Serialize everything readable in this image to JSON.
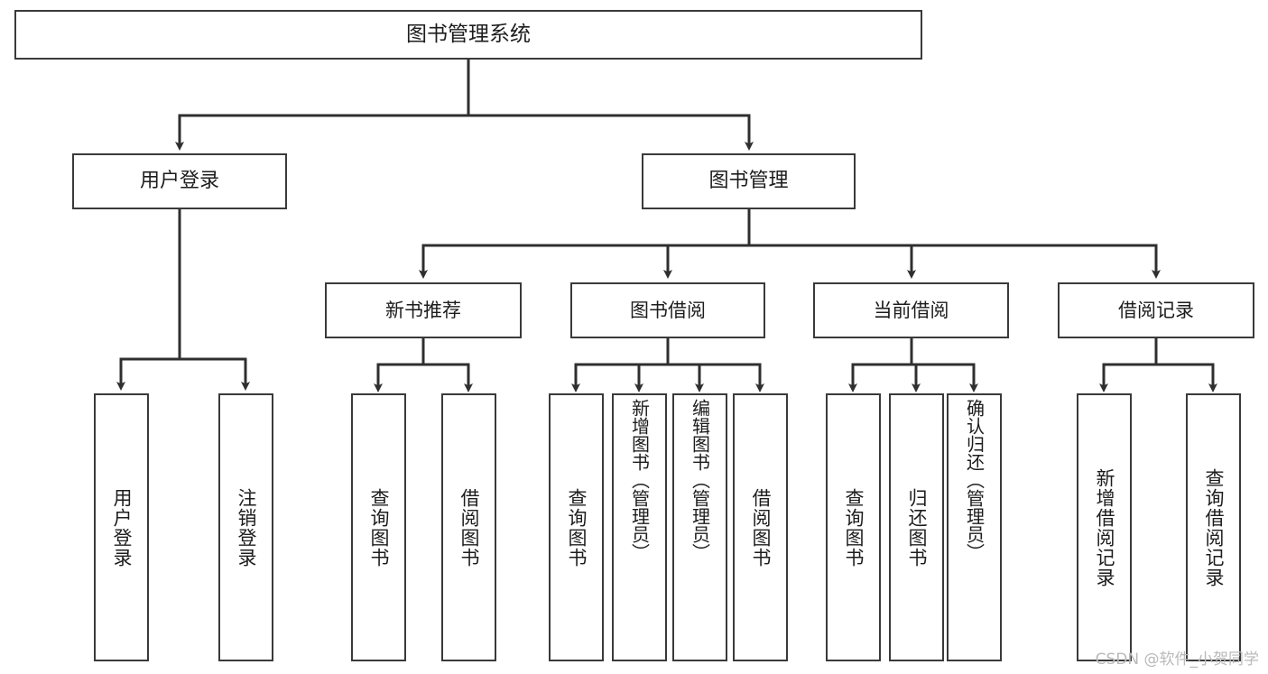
{
  "diagram": {
    "type": "tree",
    "title": "图书管理系统",
    "watermark": "CSDN @软件_小贺同学",
    "colors": {
      "stroke": "#3a3a3a",
      "fill": "#ffffff",
      "text": "#1d1d1d",
      "watermark": "#b9b9b9"
    },
    "root": {
      "label": "图书管理系统",
      "children": [
        {
          "label": "用户登录",
          "children": [
            {
              "label": "用户登录"
            },
            {
              "label": "注销登录"
            }
          ]
        },
        {
          "label": "图书管理",
          "children": [
            {
              "label": "新书推荐",
              "children": [
                {
                  "label": "查询图书"
                },
                {
                  "label": "借阅图书"
                }
              ]
            },
            {
              "label": "图书借阅",
              "children": [
                {
                  "label": "查询图书"
                },
                {
                  "label": "新增图书（管理员）"
                },
                {
                  "label": "编辑图书（管理员）"
                },
                {
                  "label": "借阅图书"
                }
              ]
            },
            {
              "label": "当前借阅",
              "children": [
                {
                  "label": "查询图书"
                },
                {
                  "label": "归还图书"
                },
                {
                  "label": "确认归还（管理员）"
                }
              ]
            },
            {
              "label": "借阅记录",
              "children": [
                {
                  "label": "新增借阅记录"
                },
                {
                  "label": "查询借阅记录"
                }
              ]
            }
          ]
        }
      ]
    },
    "nodes": {
      "root": "图书管理系统",
      "user_login": "用户登录",
      "book_manage": "图书管理",
      "new_book_rec": "新书推荐",
      "book_borrow": "图书借阅",
      "current_borrow": "当前借阅",
      "borrow_record": "借阅记录",
      "leaf_user_login": "用户登录",
      "leaf_logout": "注销登录",
      "leaf_query_book_a": "查询图书",
      "leaf_borrow_book_a": "借阅图书",
      "leaf_query_book_b": "查询图书",
      "leaf_add_book": "新增图书（管理员）",
      "leaf_edit_book": "编辑图书（管理员）",
      "leaf_borrow_book_b": "借阅图书",
      "leaf_query_book_c": "查询图书",
      "leaf_return_book": "归还图书",
      "leaf_confirm_return": "确认归还（管理员）",
      "leaf_add_record": "新增借阅记录",
      "leaf_query_record": "查询借阅记录"
    }
  }
}
